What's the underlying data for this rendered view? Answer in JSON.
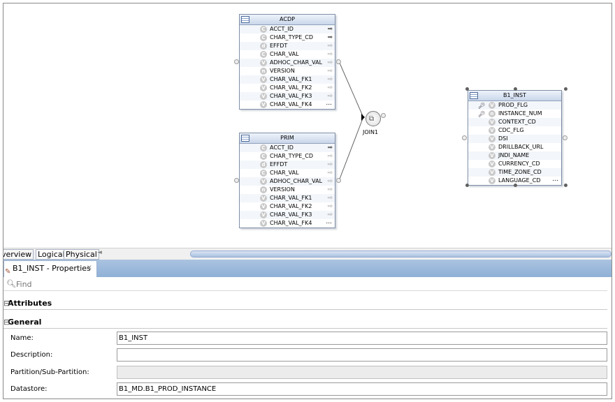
{
  "entities": {
    "acdp": {
      "title": "ACDP",
      "rows": [
        {
          "icon": "C",
          "name": "ACCT_ID",
          "arrow": "solid"
        },
        {
          "icon": "C",
          "name": "CHAR_TYPE_CD",
          "arrow": "solid"
        },
        {
          "icon": "d",
          "name": "EFFDT",
          "arrow": "hollow"
        },
        {
          "icon": "C",
          "name": "CHAR_VAL",
          "arrow": "hollow"
        },
        {
          "icon": "V",
          "name": "ADHOC_CHAR_VAL",
          "arrow": "hollow"
        },
        {
          "icon": "n",
          "name": "VERSION",
          "arrow": "hollow"
        },
        {
          "icon": "V",
          "name": "CHAR_VAL_FK1",
          "arrow": "hollow"
        },
        {
          "icon": "V",
          "name": "CHAR_VAL_FK2",
          "arrow": "hollow"
        },
        {
          "icon": "V",
          "name": "CHAR_VAL_FK3",
          "arrow": "hollow"
        },
        {
          "icon": "V",
          "name": "CHAR_VAL_FK4",
          "arrow": "hollow"
        }
      ],
      "more": "..."
    },
    "prim": {
      "title": "PRIM",
      "rows": [
        {
          "icon": "C",
          "name": "ACCT_ID",
          "arrow": "solid"
        },
        {
          "icon": "C",
          "name": "CHAR_TYPE_CD",
          "arrow": "hollow"
        },
        {
          "icon": "d",
          "name": "EFFDT",
          "arrow": "hollow"
        },
        {
          "icon": "C",
          "name": "CHAR_VAL",
          "arrow": "hollow"
        },
        {
          "icon": "V",
          "name": "ADHOC_CHAR_VAL",
          "arrow": "hollow"
        },
        {
          "icon": "n",
          "name": "VERSION",
          "arrow": "hollow"
        },
        {
          "icon": "V",
          "name": "CHAR_VAL_FK1",
          "arrow": "hollow"
        },
        {
          "icon": "V",
          "name": "CHAR_VAL_FK2",
          "arrow": "hollow"
        },
        {
          "icon": "V",
          "name": "CHAR_VAL_FK3",
          "arrow": "hollow"
        },
        {
          "icon": "V",
          "name": "CHAR_VAL_FK4",
          "arrow": "hollow"
        }
      ],
      "more": "..."
    },
    "b1_inst": {
      "title": "B1_INST",
      "rows": [
        {
          "icon": "V",
          "name": "PROD_FLG",
          "key": true
        },
        {
          "icon": "n",
          "name": "INSTANCE_NUM",
          "key": true
        },
        {
          "icon": "V",
          "name": "CONTEXT_CD"
        },
        {
          "icon": "V",
          "name": "CDC_FLG"
        },
        {
          "icon": "V",
          "name": "DSI"
        },
        {
          "icon": "V",
          "name": "DRILLBACK_URL"
        },
        {
          "icon": "V",
          "name": "JNDI_NAME"
        },
        {
          "icon": "V",
          "name": "CURRENCY_CD"
        },
        {
          "icon": "V",
          "name": "TIME_ZONE_CD"
        },
        {
          "icon": "V",
          "name": "LANGUAGE_CD"
        }
      ],
      "more": "..."
    }
  },
  "join": {
    "label": "JOIN1"
  },
  "tabs": {
    "overview": "verview",
    "logical": "Logical",
    "physical": "Physical"
  },
  "properties": {
    "tab_title": "B1_INST - Properties",
    "close_glyph": "×",
    "find_placeholder": "Find",
    "sections": {
      "attributes": "Attributes",
      "general": "General"
    },
    "fields": {
      "name": {
        "label": "Name:",
        "value": "B1_INST"
      },
      "description": {
        "label": "Description:",
        "value": ""
      },
      "partition": {
        "label": "Partition/Sub-Partition:",
        "value": ""
      },
      "datastore": {
        "label": "Datastore:",
        "value": "B1_MD.B1_PROD_INSTANCE"
      }
    }
  },
  "colors": {
    "header_gradient_top": "#eef3fb",
    "header_gradient_bottom": "#c9d6ea",
    "properties_bar": "#8fb0d6",
    "scrollbar": "#a9c0df"
  }
}
